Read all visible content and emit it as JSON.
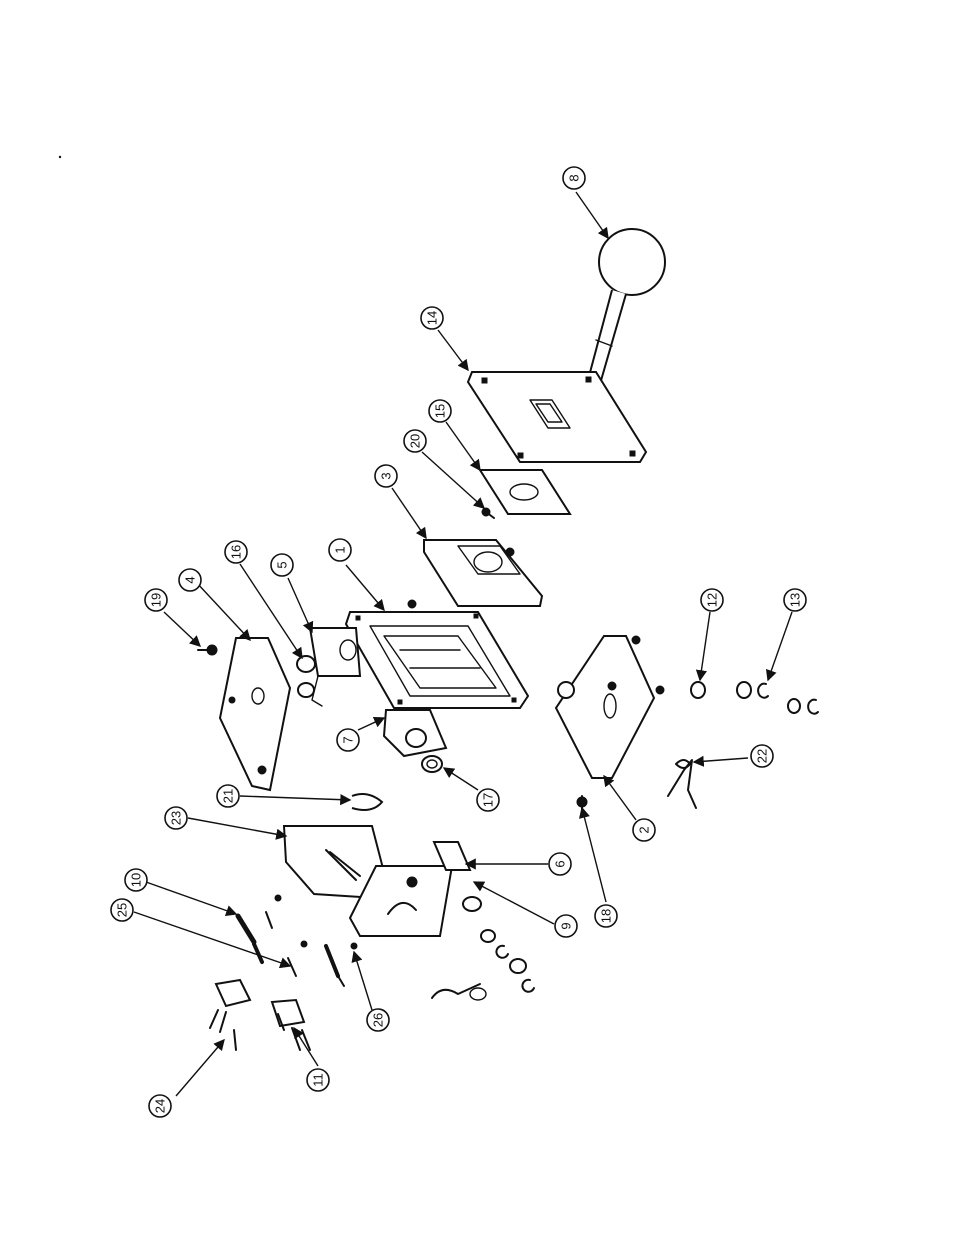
{
  "callouts": [
    "8",
    "14",
    "15",
    "20",
    "3",
    "1",
    "5",
    "16",
    "4",
    "19",
    "7",
    "17",
    "12",
    "13",
    "2",
    "22",
    "18",
    "21",
    "23",
    "6",
    "9",
    "10",
    "25",
    "26",
    "11",
    "24"
  ]
}
